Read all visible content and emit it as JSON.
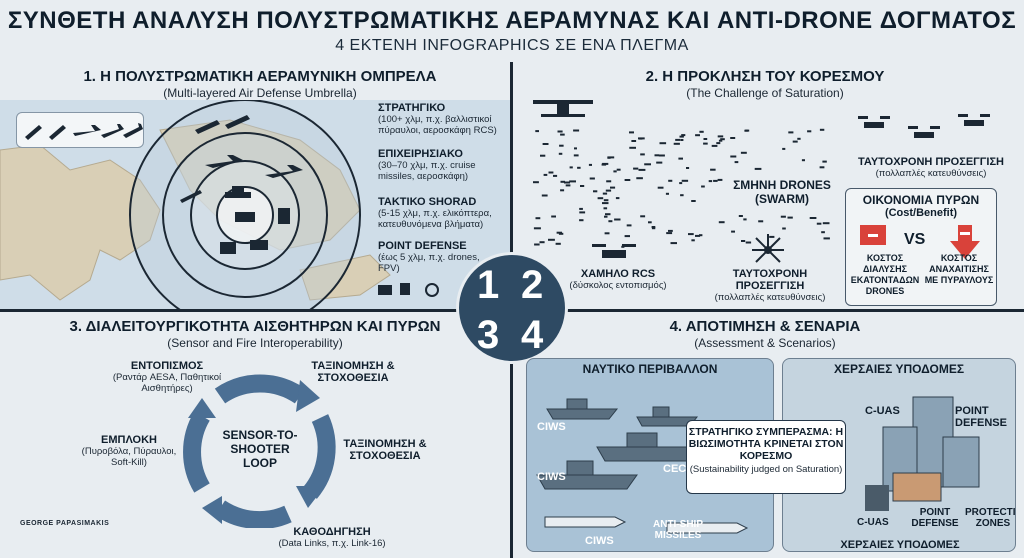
{
  "header": {
    "title": "ΣΥΝΘΕΤΗ ΑΝΑΛΥΣΗ ΠΟΛΥΣΤΡΩΜΑΤΙΚΗΣ ΑΕΡΑΜΥΝΑΣ ΚΑΙ ANTI-DRONE ΔΟΓΜΑΤΟΣ",
    "subtitle": "4 ΕΚΤΕΝΗ INFOGRAPHICS ΣΕ ΕΝΑ ΠΛΕΓΜΑ"
  },
  "center_numbers": [
    "1",
    "2",
    "3",
    "4"
  ],
  "q1": {
    "title": "1. Η ΠΟΛΥΣΤΡΩΜΑΤΙΚΗ ΑΕΡΑΜΥΝΙΚΗ ΟΜΠΡΕΛΑ",
    "subtitle": "(Multi-layered Air Defense Umbrella)",
    "layers": [
      {
        "name": "ΣΤΡΑΤΗΓΙΚΟ",
        "desc": "(100+ χλμ, π.χ. βαλλιστικοί πύραυλοι, αεροσκάφη RCS)"
      },
      {
        "name": "ΕΠΙΧΕΙΡΗΣΙΑΚΟ",
        "desc": "(30–70 χλμ, π.χ. cruise missiles, αεροσκάφη)"
      },
      {
        "name": "ΤΑΚΤΙΚΟ SHORAD",
        "desc": "(5-15 χλμ, π.χ. ελικόπτερα, κατευθυνόμενα βλήματα)"
      },
      {
        "name": "POINT DEFENSE",
        "desc": "(έως 5 χλμ, π.χ. drones, FPV)"
      }
    ],
    "legend_icons": [
      "missile-icon",
      "missile-icon",
      "fighter-jet-icon",
      "fighter-jet-icon",
      "fighter-jet-icon"
    ],
    "colors": {
      "sea": "#cfdde8",
      "land": "#d9cfb6",
      "ring": "#1b2733"
    }
  },
  "q2": {
    "title": "2. Η ΠΡΟΚΛΗΣΗ ΤΟΥ ΚΟΡΕΣΜΟΥ",
    "subtitle": "(The Challenge of Saturation)",
    "swarm_label": "ΣΜΗΝΗ DRONES",
    "swarm_sub": "(SWARM)",
    "simul_label_top": "ΤΑΥΤΟΧΡΟΝΗ ΠΡΟΣΕΓΓΙΣΗ",
    "simul_sub_top": "(πολλαπλές κατευθύνσεις)",
    "low_rcs_label": "ΧΑΜΗΛΟ RCS",
    "low_rcs_sub": "(δύσκολος εντοπισμός)",
    "simul_label_bottom": "ΤΑΥΤΟΧΡΟΝΗ ΠΡΟΣΕΓΓΙΣΗ",
    "simul_sub_bottom": "(πολλαπλές κατευθύνσεις)",
    "economy": {
      "title": "ΟΙΚΟΝΟΜΙΑ ΠΥΡΩΝ",
      "subtitle": "(Cost/Benefit)",
      "vs": "VS",
      "left_label": "ΚΟΣΤΟΣ ΔΙΑΛΥΣΗΣ ΕΚΑΤΟΝΤΑΔΩΝ DRONES",
      "right_label": "ΚΟΣΤΟΣ ΑΝΑΧΑΙΤΙΣΗΣ ΜΕ ΠΥΡΑΥΛΟΥΣ",
      "color": "#d9423a"
    }
  },
  "q3": {
    "title": "3. ΔΙΑΛΕΙΤΟΥΡΓΙΚΟΤΗΤΑ ΑΙΣΘΗΤΗΡΩΝ ΚΑΙ ΠΥΡΩΝ",
    "subtitle": "(Sensor and Fire Interoperability)",
    "loop_center": "SENSOR-TO-SHOOTER LOOP",
    "steps": [
      {
        "name": "ΕΝΤΟΠΙΣΜΟΣ",
        "desc": "(Ραντάρ AESA, Παθητικοί Αισθητήρες)"
      },
      {
        "name": "ΤΑΞΙΝΟΜΗΣΗ & ΣΤΟΧΟΘΕΣΙΑ",
        "desc": ""
      },
      {
        "name": "ΤΑΞΙΝΟΜΗΣΗ & ΣΤΟΧΟΘΕΣΙΑ",
        "desc": ""
      },
      {
        "name": "ΚΑΘΟΔΗΓΗΣΗ",
        "desc": "(Data Links, π.χ. Link-16)"
      },
      {
        "name": "ΕΜΠΛΟΚΗ",
        "desc": "(Πυροβόλα, Πύραυλοι, Soft-Kill)"
      }
    ],
    "arrow_color": "#4b6f94",
    "credit": "GEORGE PAPASIMAKIS"
  },
  "q4": {
    "title": "4. ΑΠΟΤΙΜΗΣΗ & ΣΕΝΑΡΙΑ",
    "subtitle": "(Assessment & Scenarios)",
    "naval": {
      "title": "ΝΑΥΤΙΚΟ ΠΕΡΙΒΑΛΛΟΝ",
      "labels": [
        "CIWS",
        "CIWS",
        "CEC",
        "CIWS",
        "ANTI-SHIP MISSILES"
      ]
    },
    "land": {
      "title": "ΧΕΡΣΑΙΕΣ ΥΠΟΔΟΜΕΣ",
      "footer": "ΧΕΡΣΑΙΕΣ ΥΠΟΔΟΜΕΣ",
      "labels": [
        "C-UAS",
        "POINT DEFENSE",
        "C-UAS",
        "POINT DEFENSE",
        "PROTECTION ZONES"
      ]
    },
    "conclusion": {
      "title": "ΣΤΡΑΤΗΓΙΚΟ ΣΥΜΠΕΡΑΣΜΑ: Η ΒΙΩΣΙΜΟΤΗΤΑ ΚΡΙΝΕΤΑΙ ΣΤΟΝ ΚΟΡΕΣΜΟ",
      "sub": "(Sustainability judged on Saturation)"
    }
  }
}
